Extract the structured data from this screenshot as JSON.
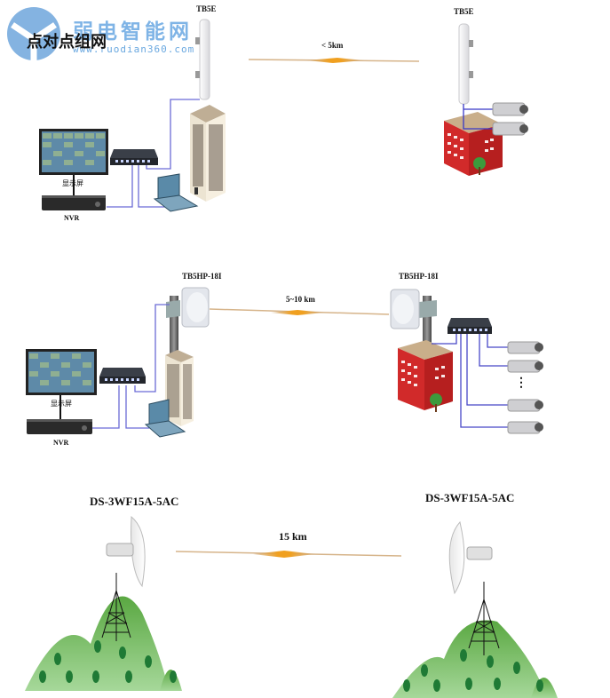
{
  "watermark": {
    "site_name": "弱电智能网",
    "url": "www.ruodian360.com",
    "title": "点对点组网"
  },
  "diagrams": [
    {
      "id": "tb5e-link",
      "left_device": "TB5E",
      "right_device": "TB5E",
      "distance": "<  5km",
      "left_site": {
        "monitor_label": "显示屏",
        "recorder_label": "NVR"
      }
    },
    {
      "id": "tb5hp-link",
      "left_device": "TB5HP-18I",
      "right_device": "TB5HP-18I",
      "distance": "5~10 km",
      "left_site": {
        "monitor_label": "显示屏",
        "recorder_label": "NVR"
      },
      "right_site": {
        "ellipsis": "⋮"
      }
    },
    {
      "id": "ds-3wf-link",
      "left_device": "DS-3WF15A-5AC",
      "right_device": "DS-3WF15A-5AC",
      "distance": "15 km"
    }
  ],
  "colors": {
    "cable": "#5a5ad0",
    "link_beam": "#f0a020",
    "hill": "#6fb85a",
    "tree": "#1f7a35",
    "building_red": "#d12a2a",
    "watermark_blue": "#7fb4e6"
  }
}
